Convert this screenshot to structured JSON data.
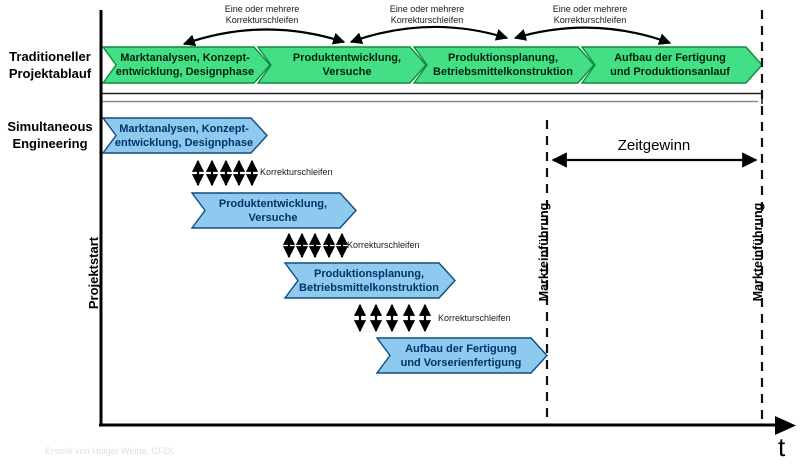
{
  "section_labels": {
    "traditional": "Traditioneller Projektablauf",
    "simultaneous": "Simultaneous Engineering"
  },
  "loop_label": {
    "line1": "Eine oder mehrere",
    "line2": "Korrekturschleifen"
  },
  "korrektur_label": "Korrekturschleifen",
  "traditional_phases": [
    {
      "line1": "Marktanalysen, Konzept-",
      "line2": "entwicklung, Designphase"
    },
    {
      "line1": "Produktentwicklung,",
      "line2": "Versuche"
    },
    {
      "line1": "Produktionsplanung,",
      "line2": "Betriebsmittelkonstruktion"
    },
    {
      "line1": "Aufbau der Fertigung",
      "line2": "und Produktionsanlauf"
    }
  ],
  "simultaneous_phases": [
    {
      "line1": "Marktanalysen, Konzept-",
      "line2": "entwicklung, Designphase"
    },
    {
      "line1": "Produktentwicklung,",
      "line2": "Versuche"
    },
    {
      "line1": "Produktionsplanung,",
      "line2": "Betriebsmittelkonstruktion"
    },
    {
      "line1": "Aufbau der Fertigung",
      "line2": "und Vorserienfertigung"
    }
  ],
  "timeline": {
    "projektstart": "Projektstart",
    "markteinfuehrung": "Markteinführung",
    "zeitgewinn": "Zeitgewinn",
    "t_label": "t"
  },
  "footer": {
    "credit": "Erstellt von Holger Weine, GFDL"
  },
  "colors": {
    "traditional_phase_fill": "#44df85",
    "traditional_phase_border": "#0e8a44",
    "simultaneous_phase_fill": "#8ecaef",
    "simultaneous_phase_border": "#134a7e",
    "phase_text_traditional": "#01240d",
    "phase_text_simultaneous": "#04306b",
    "axis_color": "#000000",
    "background": "#ffffff"
  }
}
